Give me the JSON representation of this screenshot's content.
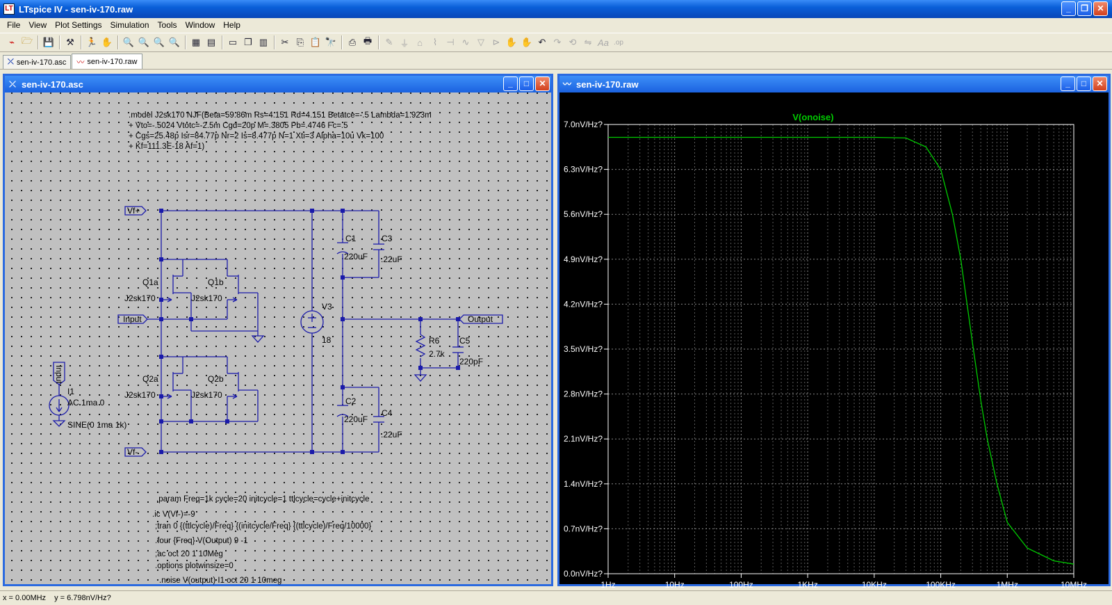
{
  "window": {
    "title": "LTspice IV - sen-iv-170.raw",
    "app_icon": "LT"
  },
  "menu": [
    "File",
    "View",
    "Plot Settings",
    "Simulation",
    "Tools",
    "Window",
    "Help"
  ],
  "doc_tabs": [
    {
      "label": "sen-iv-170.asc",
      "icon": "schematic-icon"
    },
    {
      "label": "sen-iv-170.raw",
      "icon": "waveform-icon"
    }
  ],
  "schematic": {
    "title": "sen-iv-170.asc",
    "model_lines": [
      ".model J2sk170 NJF(Beta=59.86m Rs=4.151 Rd=4.151 Betatce=-.5 Lambda=1.923m",
      "+ Vto=-.5024 Vtotc=-2.5m Cgd=20p M=.3805 Pb=.4746 Fc=.5",
      "+ Cgs=25.48p Isr=84.77p Nr=2 Is=8.477p N=1 Xti=3 Alpha=10u Vk=100",
      "+ Kf=111.3E-18 Af=1)"
    ],
    "labels": {
      "vfp": "Vf+",
      "vfm": "Vf-",
      "input": "Input",
      "output": "Output",
      "input_src": "Input",
      "q1a": "Q1a",
      "q1b": "Q1b",
      "q2a": "Q2a",
      "q2b": "Q2b",
      "j1a": "J2sk170",
      "j1b": "J2sk170",
      "j2a": "J2sk170",
      "j2b": "J2sk170",
      "c1": "C1",
      "c1v": "220uF",
      "c2": "C2",
      "c2v": "220uF",
      "c3": "C3",
      "c3v": ".22uF",
      "c4": "C4",
      "c4v": ".22uF",
      "c5": "C5",
      "c5v": "220pF",
      "r6": "R6",
      "r6v": "2.7k",
      "v3": "V3",
      "v3v": "18",
      "i1": "I1",
      "i1ac": "AC 1ma 0",
      "i1sine": "SINE(0 1ma 1k)"
    },
    "directives": [
      ".param Freq=1k cycle=20 initcycle=1 ttlcycle=cycle+initcycle",
      ".ic V(Vf-)=-9",
      ";tran 0 {(ttlcycle)/Freq} {(initcycle/Freq} {(ttlcycle)/Freq/10000}",
      ".four {Freq} V(Output) 9 -1",
      ";ac oct 20 1 10Meg",
      ".options plotwinsize=0",
      ".noise V(output) I1 oct 20 1 10meg"
    ]
  },
  "plot": {
    "title": "sen-iv-170.raw",
    "trace_color": "#00cc00",
    "axis_color": "#ffffff",
    "grid": "dotted",
    "chart_data": {
      "type": "line",
      "title": "",
      "series": [
        {
          "name": "V(onoise)",
          "x": [
            1,
            10,
            100,
            1000,
            10000,
            30000,
            60000,
            100000,
            150000,
            200000,
            300000,
            400000,
            500000,
            700000,
            1000000,
            2000000,
            5000000,
            10000000
          ],
          "y": [
            6.8,
            6.8,
            6.8,
            6.8,
            6.8,
            6.79,
            6.65,
            6.3,
            5.6,
            4.9,
            3.6,
            2.7,
            2.1,
            1.4,
            0.8,
            0.4,
            0.2,
            0.15
          ]
        }
      ],
      "x_scale": "log",
      "xlim": [
        1,
        10000000
      ],
      "ylim": [
        0,
        7.0
      ],
      "x_ticks": [
        "1Hz",
        "10Hz",
        "100Hz",
        "1KHz",
        "10KHz",
        "100KHz",
        "1MHz",
        "10MHz"
      ],
      "y_ticks": [
        "0.0nV/Hz?",
        "0.7nV/Hz?",
        "1.4nV/Hz?",
        "2.1nV/Hz?",
        "2.8nV/Hz?",
        "3.5nV/Hz?",
        "4.2nV/Hz?",
        "4.9nV/Hz?",
        "5.6nV/Hz?",
        "6.3nV/Hz?",
        "7.0nV/Hz?"
      ]
    }
  },
  "status": {
    "x": "x = 0.00MHz",
    "y": "y = 6.798nV/Hz?"
  }
}
